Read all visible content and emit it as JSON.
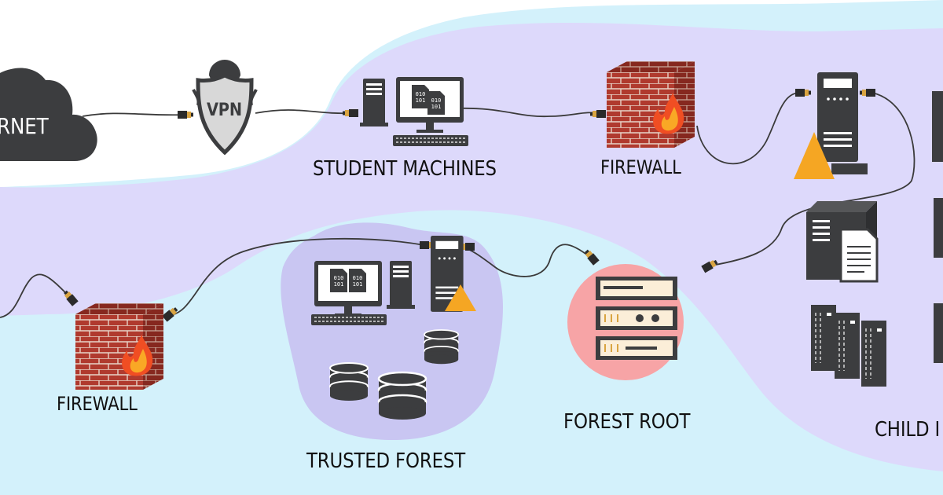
{
  "labels": {
    "internet": "RNET",
    "vpn": "VPN",
    "student_machines": "STUDENT MACHINES",
    "firewall_top": "FIREWALL",
    "firewall_bottom": "FIREWALL",
    "trusted_forest": "TRUSTED FOREST",
    "forest_root": "FOREST ROOT",
    "child": "CHILD I"
  },
  "colors": {
    "zone_light_blue": "#d3f1fb",
    "zone_lavender": "#ddd9fb",
    "trusted_blob": "#c9c6f2",
    "forest_root_circle": "#f7a4a6",
    "device_dark": "#3c3d3f",
    "brick": "#b43a2c",
    "warning": "#f5a623",
    "fire": "#f04e23",
    "connector_gold": "#d9a441"
  },
  "icons": [
    "cloud-icon",
    "vpn-shield-icon",
    "computer-icon",
    "firewall-icon",
    "server-tower-icon",
    "warning-icon",
    "rack-server-icon",
    "database-icon",
    "document-icon",
    "server-cluster-icon"
  ]
}
